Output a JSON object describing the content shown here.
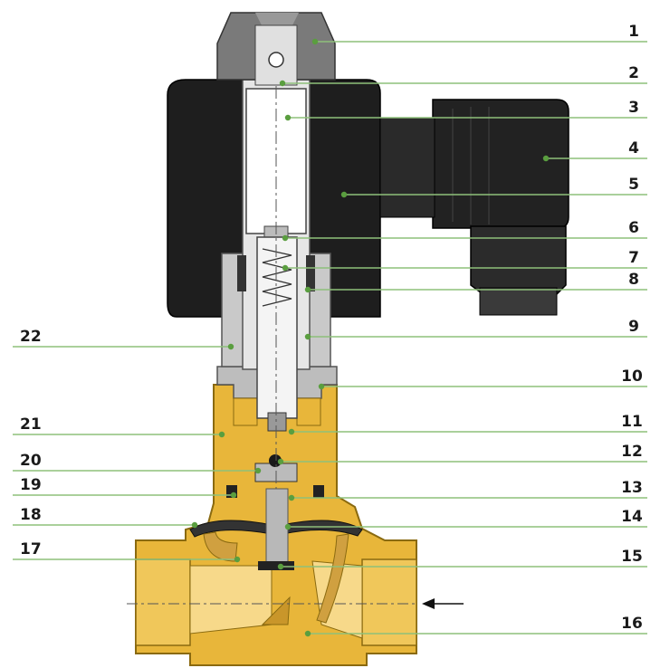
{
  "diagram": {
    "colors": {
      "leader": "#8ec07a",
      "dot": "#5a9e3f",
      "brass": "#e8b63a",
      "brass_dark": "#b8860b",
      "coil": "#1e1e1e",
      "steel": "#8a8a8a",
      "steel_light": "#d9d9d9"
    },
    "labels": [
      {
        "id": "1",
        "text": "1"
      },
      {
        "id": "2",
        "text": "2"
      },
      {
        "id": "3",
        "text": "3"
      },
      {
        "id": "4",
        "text": "4"
      },
      {
        "id": "5",
        "text": "5"
      },
      {
        "id": "6",
        "text": "6"
      },
      {
        "id": "7",
        "text": "7"
      },
      {
        "id": "8",
        "text": "8"
      },
      {
        "id": "9",
        "text": "9"
      },
      {
        "id": "10",
        "text": "10"
      },
      {
        "id": "11",
        "text": "11"
      },
      {
        "id": "12",
        "text": "12"
      },
      {
        "id": "13",
        "text": "13"
      },
      {
        "id": "14",
        "text": "14"
      },
      {
        "id": "15",
        "text": "15"
      },
      {
        "id": "16",
        "text": "16"
      },
      {
        "id": "17",
        "text": "17"
      },
      {
        "id": "18",
        "text": "18"
      },
      {
        "id": "19",
        "text": "19"
      },
      {
        "id": "20",
        "text": "20"
      },
      {
        "id": "21",
        "text": "21"
      },
      {
        "id": "22",
        "text": "22"
      }
    ]
  }
}
